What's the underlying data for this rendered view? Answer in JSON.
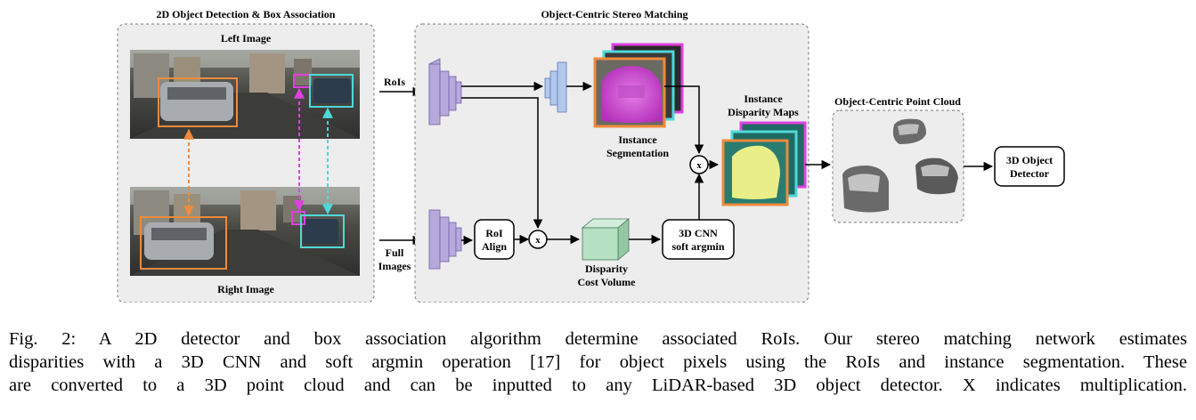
{
  "panels": {
    "detection": {
      "title": "2D Object Detection & Box Association",
      "left_label": "Left Image",
      "right_label": "Right Image"
    },
    "stereo": {
      "title": "Object-Centric Stereo Matching",
      "rois_label": "RoIs",
      "full_images_label": [
        "Full",
        "Images"
      ],
      "roi_align_label": [
        "RoI",
        "Align"
      ],
      "cnn_label": [
        "3D CNN",
        "soft argmin"
      ],
      "cost_volume_label": [
        "Disparity",
        "Cost Volume"
      ],
      "instance_seg_label": [
        "Instance",
        "Segmentation"
      ],
      "disparity_maps_label": [
        "Instance",
        "Disparity Maps"
      ],
      "multiply_symbol": "x"
    },
    "pointcloud": {
      "title": "Object-Centric Point Cloud"
    },
    "detector": {
      "label": [
        "3D Object",
        "Detector"
      ]
    }
  },
  "colors": {
    "orange": "#f08a3c",
    "magenta": "#e040e0",
    "cyan": "#4fd8d8",
    "cnn_purple": "#b8a9dc",
    "cnn_blue": "#b4c8ec",
    "cost_volume_green": "#b6e0c2",
    "panel_bg": "#ededed"
  },
  "caption": {
    "lines": [
      "Fig. 2: A 2D detector and box association algorithm determine associated RoIs. Our stereo matching network estimates",
      "disparities with a 3D CNN and soft argmin operation [17] for object pixels using the RoIs and instance segmentation. These",
      "are converted to a 3D point cloud and can be inputted to any LiDAR-based 3D object detector. X indicates multiplication."
    ]
  }
}
